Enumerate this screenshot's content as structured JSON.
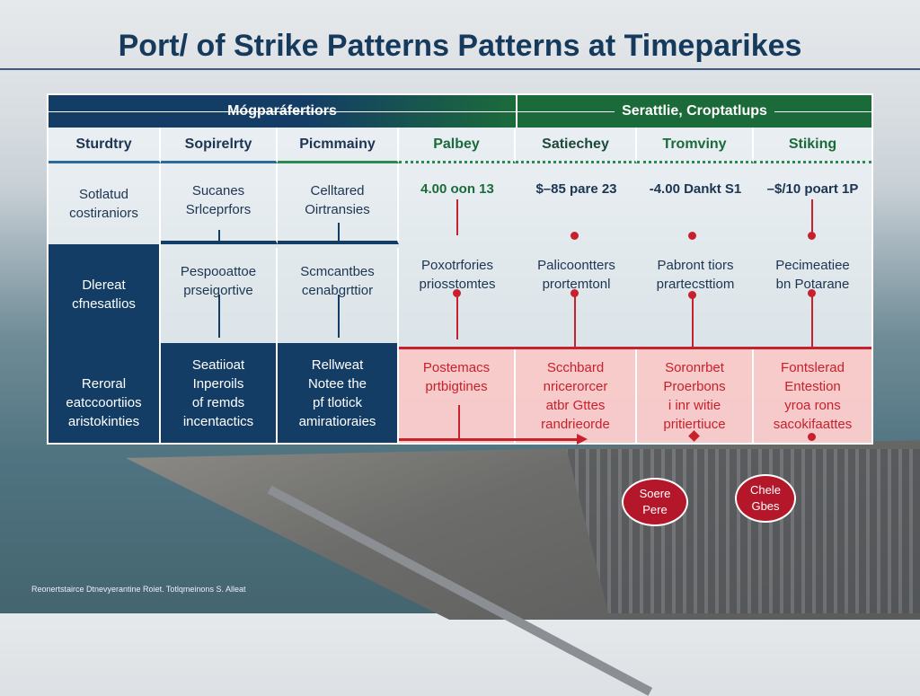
{
  "title": "Port/ of Strike Patterns Patterns at Timeparikes",
  "group_headers": [
    "Mógparáfertiors",
    "Serattlie, Croptatlups"
  ],
  "columns": [
    "Sturdtry",
    "Sopirelrty",
    "Picmmainy",
    "Palbey",
    "Satiechey",
    "Tromviny",
    "Stiking"
  ],
  "rows": {
    "row1": [
      "Sotlatud\ncostiraniors",
      "Sucanes\nSrlceprfors",
      "Celltared\nOirtransies"
    ],
    "row2_left": "Dlereat\ncfnesatlios",
    "row2": [
      "Pespooattoe\nprseigortive",
      "Scmcantbes\ncenabgrttior"
    ],
    "row3": [
      "Reroral\neatccoortiios\naristokinties",
      "Seatiioat\nInperoils\nof remds\nincentactics",
      "Rellweat\nNotee the\npf tlotick\namiratioraies"
    ],
    "values": [
      "4.00 oon 13",
      "$–85 pare 23",
      "-4.00 Dankt S1",
      "–$/10 poart 1P"
    ],
    "mid": [
      "Poxotrfories\npriosstomtes",
      "Palicoontters\nprortemtonl",
      "Pabront tiors\nprartecsttiom",
      "Pecimeatiee\nbn Potarane"
    ],
    "bottom": [
      "Postemacs\nprtbigtines",
      "Scchbard\nnricerorcer\natbr Gttes\nrandrieorde",
      "Soronrbet\nProerbons\ni inr witie\npritiertiuce",
      "Fontslerad\nEntestion\nyroa rons\nsacokifaattes"
    ]
  },
  "callouts": [
    "Soere\nPere",
    "Chele\nGbes"
  ],
  "footer": "Reonertstairce Dtnevyerantine Roiet. Totlqmeinons S. Alleat",
  "colors": {
    "navy": "#143d66",
    "green": "#1b6b3a",
    "red": "#c8202c"
  }
}
